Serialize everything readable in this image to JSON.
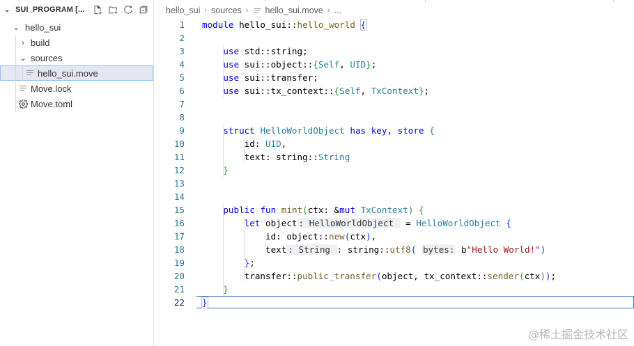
{
  "sidebar": {
    "title": "SUI_PROGRAM [...",
    "tree": [
      {
        "label": "hello_sui",
        "twistie": "⌄",
        "level": 0
      },
      {
        "label": "build",
        "twistie": "›",
        "level": 1
      },
      {
        "label": "sources",
        "twistie": "⌄",
        "level": 1
      },
      {
        "label": "hello_sui.move",
        "level": 2,
        "selected": true,
        "icon": "lines-file-icon"
      },
      {
        "label": "Move.lock",
        "level": 1,
        "icon": "lines-file-icon"
      },
      {
        "label": "Move.toml",
        "level": 1,
        "icon": "gear-icon"
      }
    ]
  },
  "breadcrumb": {
    "parts": [
      "hello_sui",
      "sources",
      "hello_sui.move"
    ],
    "more": "..."
  },
  "code": {
    "lines": [
      {
        "n": "1",
        "html": "<span class=\"kw\">module</span> hello_sui::<span class=\"fn\">hello_world</span> <span class=\"br bracket-match\">{</span>"
      },
      {
        "n": "2",
        "html": ""
      },
      {
        "n": "3",
        "html": "    <span class=\"kw\">use</span> std::string;"
      },
      {
        "n": "4",
        "html": "    <span class=\"kw\">use</span> sui::object::<span class=\"br2\">{</span><span class=\"ty\">Self</span>, <span class=\"ty\">UID</span><span class=\"br2\">}</span>;"
      },
      {
        "n": "5",
        "html": "    <span class=\"kw\">use</span> sui::transfer;"
      },
      {
        "n": "6",
        "html": "    <span class=\"kw\">use</span> sui::tx_context::<span class=\"br2\">{</span><span class=\"ty\">Self</span>, <span class=\"ty\">TxContext</span><span class=\"br2\">}</span>;"
      },
      {
        "n": "7",
        "html": ""
      },
      {
        "n": "8",
        "html": ""
      },
      {
        "n": "9",
        "html": "    <span class=\"kw\">struct</span> <span class=\"ty\">HelloWorldObject</span> <span class=\"kw\">has</span> <span class=\"kw\">key</span>, <span class=\"kw\">store</span> <span class=\"br2\">{</span>"
      },
      {
        "n": "10",
        "html": "        id: <span class=\"ty\">UID</span>,"
      },
      {
        "n": "11",
        "html": "        text: string::<span class=\"ty\">String</span>"
      },
      {
        "n": "12",
        "html": "    <span class=\"br2\">}</span>"
      },
      {
        "n": "13",
        "html": ""
      },
      {
        "n": "14",
        "html": ""
      },
      {
        "n": "15",
        "html": "    <span class=\"kw\">public</span> <span class=\"kw\">fun</span> <span class=\"fn\">mint</span><span class=\"br2\">(</span>ctx: &amp;<span class=\"kw\">mut</span> <span class=\"ty\">TxContext</span><span class=\"br2\">)</span> <span class=\"br2\">{</span>"
      },
      {
        "n": "16",
        "html": "        <span class=\"kw\">let</span> object<span class=\"hint\">: HelloWorldObject </span> = <span class=\"ty\">HelloWorldObject</span> <span class=\"br\">{</span>"
      },
      {
        "n": "17",
        "html": "            id: object::<span class=\"fn\">new</span><span class=\"br\">(</span>ctx<span class=\"br\">)</span>,"
      },
      {
        "n": "18",
        "html": "            text<span class=\"hint\">: String </span>: string::<span class=\"fn\">utf8</span><span class=\"br\">(</span> <span class=\"hint\">bytes:</span> b<span class=\"str\">\"Hello World!\"</span><span class=\"br\">)</span>"
      },
      {
        "n": "19",
        "html": "        <span class=\"br\">}</span>;"
      },
      {
        "n": "20",
        "html": "        transfer::<span class=\"fn\">public_transfer</span><span class=\"br\">(</span>object, tx_context::<span class=\"fn\">sender</span><span class=\"br2\">(</span>ctx<span class=\"br2\">)</span><span class=\"br\">)</span>;"
      },
      {
        "n": "21",
        "html": "    <span class=\"br2\">}</span>"
      },
      {
        "n": "22",
        "html": "<span class=\"br bracket-match\">}</span>",
        "current": true
      }
    ]
  },
  "watermark": "@稀土掘金技术社区"
}
